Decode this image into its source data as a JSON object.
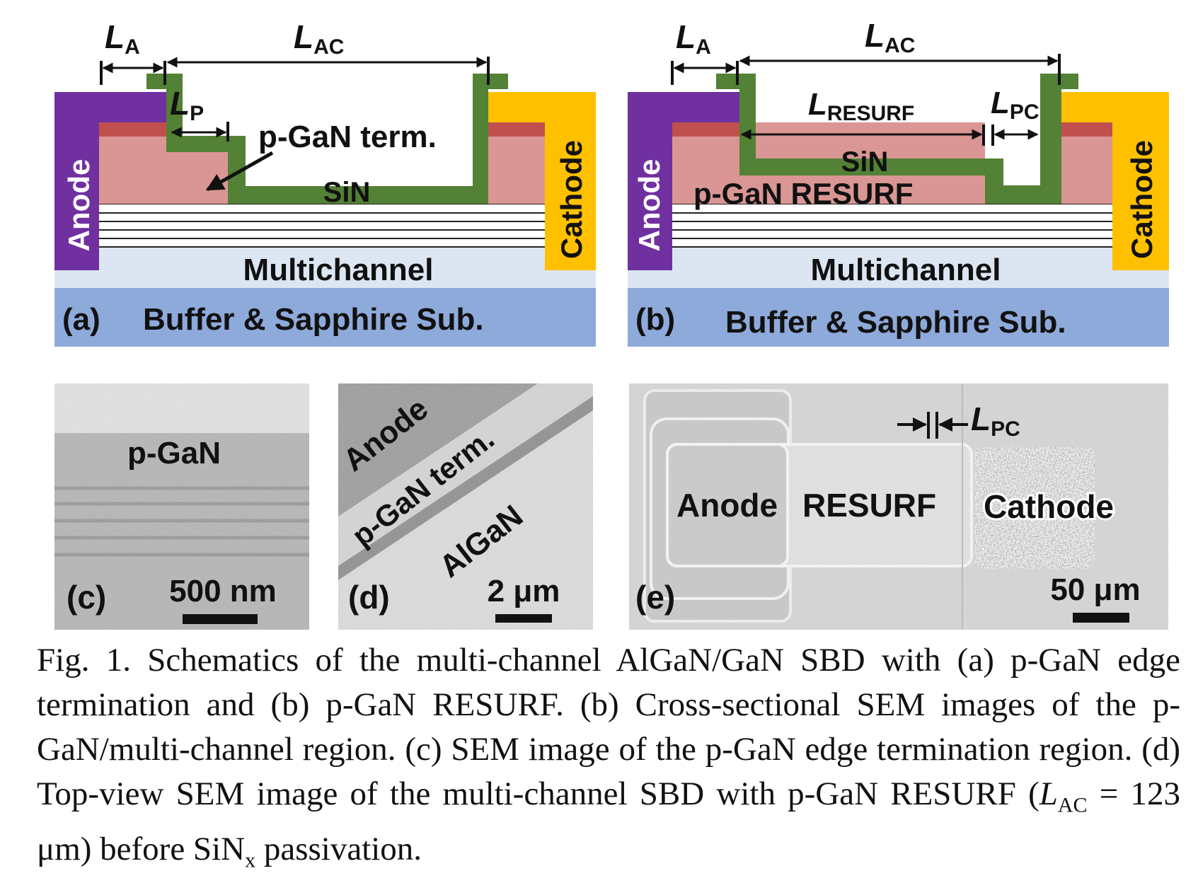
{
  "panels": {
    "a": {
      "tag": "(a)",
      "dim_la": {
        "main": "L",
        "sub": "A"
      },
      "dim_lac": {
        "main": "L",
        "sub": "AC"
      },
      "dim_lp": {
        "main": "L",
        "sub": "P"
      },
      "pgan_label": "p-GaN term.",
      "sin_label": "SiN",
      "anode_label": "Anode",
      "cathode_label": "Cathode",
      "multichannel_label": "Multichannel",
      "substrate_label": "Buffer & Sapphire Sub."
    },
    "b": {
      "tag": "(b)",
      "dim_la": {
        "main": "L",
        "sub": "A"
      },
      "dim_lac": {
        "main": "L",
        "sub": "AC"
      },
      "dim_lresurf": {
        "main": "L",
        "sub": "RESURF"
      },
      "dim_lpc": {
        "main": "L",
        "sub": "PC"
      },
      "sin_label": "SiN",
      "pgan_label": "p-GaN RESURF",
      "anode_label": "Anode",
      "cathode_label": "Cathode",
      "multichannel_label": "Multichannel",
      "substrate_label": "Buffer & Sapphire Sub."
    },
    "c": {
      "tag": "(c)",
      "pgan_label": "p-GaN",
      "scale_label": "500 nm"
    },
    "d": {
      "tag": "(d)",
      "anode_label": "Anode",
      "pgan_label": "p-GaN term.",
      "algan_label": "AlGaN",
      "scale_label": "2 μm"
    },
    "e": {
      "tag": "(e)",
      "anode_label": "Anode",
      "resurf_label": "RESURF",
      "cathode_label": "Cathode",
      "dim_lpc": {
        "main": "L",
        "sub": "PC"
      },
      "scale_label": "50 μm"
    }
  },
  "colors": {
    "anode": "#7030a0",
    "cathode": "#ffc000",
    "sin": "#538135",
    "pgan_dark": "#c0504d",
    "pgan_light": "#da9694",
    "multichannel": "#dce6f2",
    "substrate": "#8eaadb"
  },
  "caption": {
    "fig_label": "Fig. 1.",
    "line1": "Schematics of the multi-channel AlGaN/GaN SBD with (a) p-GaN edge termination and (b) p-GaN RESURF. (b) Cross-sectional SEM images of the p-GaN/multi-channel region. (c) SEM image of the p-GaN edge termination region. (d) Top-view SEM image of the multi-channel SBD with p-GaN RESURF (",
    "lac_main": "L",
    "lac_sub": "AC",
    "line2": " = 123 μm) before SiN",
    "sinx_sub": "x",
    "line3": " passivation."
  }
}
